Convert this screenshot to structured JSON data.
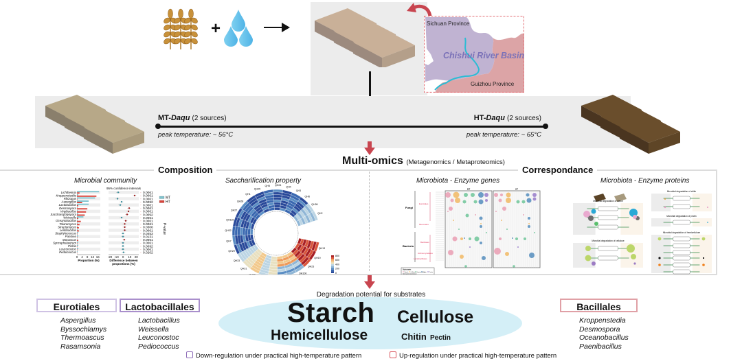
{
  "top": {
    "plus": "+",
    "map": {
      "label_sichuan": "Sichuan Province",
      "label_basin": "Chishui River Basin",
      "label_guizhou": "Guizhou Province"
    }
  },
  "mt_daqu": {
    "prefix": "MT-",
    "name": "Daqu",
    "sources": "(2 sources)",
    "peak": "peak temperature: ~ 56°C"
  },
  "ht_daqu": {
    "prefix": "HT-",
    "name": "Daqu",
    "sources": "(2 sources)",
    "peak": "peak temperature: ~ 65°C"
  },
  "multiomics": {
    "title": "Multi-omics",
    "subtitle": "(Metagenomics / Metaproteomics)"
  },
  "composition": {
    "title": "Composition",
    "microbial_community": {
      "title": "Microbial community",
      "ci_title": "95% confidence intervals",
      "legend": [
        "MT",
        "HT"
      ],
      "colors": {
        "MT": "#7fc4cf",
        "HT": "#d9453c"
      },
      "pvalue_label": "P-value",
      "xlabel_left": "Proportion (%)",
      "xlabel_right_1": "Difference between",
      "xlabel_right_2": "proportions (%)",
      "ticks_left": [
        "0",
        "4",
        "8",
        "12",
        "16"
      ],
      "ticks_right": [
        "-20",
        "-10",
        "0",
        "10",
        "20"
      ],
      "taxa": [
        "Lichtheimia",
        "Kroppenstedtia",
        "Rhizopus",
        "Aspergillus",
        "Lactobacillus",
        "Desmospora",
        "Virgibacillus",
        "Saccharopolyspora",
        "Weissella",
        "Oceanobacillus",
        "Talaromyces",
        "Streptomyces",
        "Lentibacillus",
        "Staphylococcus",
        "Pantoea",
        "Monascus",
        "Syncephalastrum",
        "Pichia",
        "Leuconostoc",
        "Pediococcus"
      ],
      "mt": [
        17,
        1,
        14,
        9,
        9,
        0.5,
        0.5,
        1,
        5,
        0.5,
        0.5,
        0.5,
        0.5,
        1,
        1,
        0.3,
        1,
        1,
        1,
        0.5
      ],
      "ht": [
        2,
        15,
        0.3,
        4,
        1,
        8,
        7,
        6,
        1,
        3,
        2,
        1.5,
        1.5,
        0.3,
        0.3,
        1,
        0.3,
        0.3,
        0.3,
        0.2
      ],
      "diff": [
        -8,
        16,
        -9,
        -3,
        -5,
        8,
        7,
        5,
        -3,
        3,
        1.5,
        1.5,
        1.5,
        -1,
        -1,
        0.8,
        -1,
        -1,
        -1,
        -0.2
      ],
      "pvalues": [
        "0.0061",
        "0.0061",
        "0.0061",
        "0.0092",
        "0.0061",
        "0.0061",
        "0.0061",
        "0.0092",
        "0.0061",
        "0.0061",
        "0.0061",
        "0.0306",
        "0.0061",
        "0.0453",
        "0.0131",
        "0.0061",
        "0.0061",
        "0.0092",
        "0.0061",
        "0.0202"
      ]
    },
    "saccharification": {
      "title": "Saccharification property",
      "samples": [
        "QH2",
        "QH26",
        "QH6",
        "QH3",
        "QH4",
        "QH24",
        "QH5",
        "QH25",
        "QH1",
        "QH28",
        "QH27",
        "QH115",
        "QH32",
        "QH7",
        "QH29",
        "QH33",
        "QH31",
        "QH30",
        "QH8",
        "QH9",
        "QH11",
        "QH10",
        "QH100",
        "QH23",
        "QH19",
        "QH13"
      ],
      "colorbar_ticks": [
        "800",
        "600",
        "400",
        "200",
        "0"
      ]
    }
  },
  "correspondance": {
    "title": "Correspondance",
    "enzyme_genes": {
      "title": "Microbiota - Enzyme genes",
      "groups": [
        "Fungi",
        "Bacteria"
      ],
      "orders": [
        "Eurotiales",
        "Mucorales",
        "Bacillales",
        "Actinomycetales",
        "Lactobacillales"
      ],
      "panels": [
        "MT",
        "HT"
      ],
      "legend_title": "Substrates",
      "substrates": [
        "Starch",
        "Cellulose",
        "Hemicellulose",
        "Chitin",
        "Pectin"
      ],
      "substrate_colors": [
        "#e891a9",
        "#f0b050",
        "#5cbf8c",
        "#3f7fb5",
        "#8b6cc4"
      ],
      "abundance_title": "Normalized abundance"
    },
    "enzyme_proteins": {
      "title": "Microbiota - Enzyme proteins",
      "subpanels": [
        "Microbial degradation of starch",
        "Microbial degradation of chitin",
        "Microbial degradation of pectin",
        "Microbial degradation of cellulose",
        "Microbial degradation of hemicellulose"
      ]
    }
  },
  "degradation": {
    "title": "Degradation potential for substrates",
    "substrates": [
      "Starch",
      "Cellulose",
      "Hemicellulose",
      "Chitin",
      "Pectin"
    ]
  },
  "taxa_groups": [
    {
      "name": "Eurotiales",
      "regulation": "down",
      "genera": [
        "Aspergillus",
        "Byssochlamys",
        "Thermoascus",
        "Rasamsonia"
      ]
    },
    {
      "name": "Lactobacillales",
      "regulation": "down",
      "genera": [
        "Lactobacillus",
        "Weissella",
        "Leuconostoc",
        "Pediococcus"
      ]
    },
    {
      "name": "Bacillales",
      "regulation": "up",
      "genera": [
        "Kroppenstedia",
        "Desmospora",
        "Oceanobacillus",
        "Paenibacillus"
      ]
    }
  ],
  "legend": {
    "down": "Down-regulation under practical high-temperature pattern",
    "up": "Up-regulation under practical high-temperature pattern",
    "down_color": "#8e6cb8",
    "up_color": "#d9565e"
  }
}
